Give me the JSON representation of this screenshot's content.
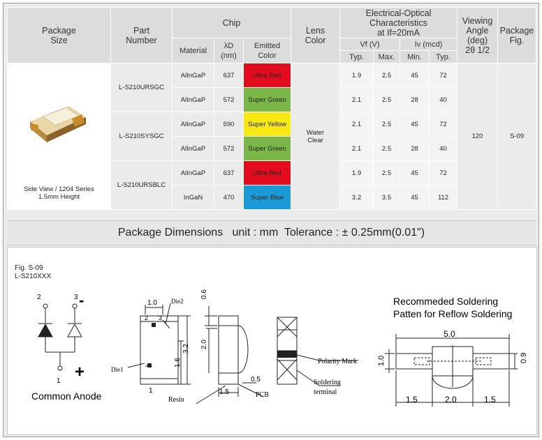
{
  "header": {
    "package_size": [
      "Package",
      "Size"
    ],
    "part_number": [
      "Part",
      "Number"
    ],
    "chip": "Chip",
    "material": "Material",
    "lambda": [
      "λD",
      "(nm)"
    ],
    "emitted": [
      "Emitted",
      "Color"
    ],
    "lens": [
      "Lens",
      "Color"
    ],
    "eo": [
      "Electrical-Optical",
      "Characteristics",
      "at If=20mA"
    ],
    "vf": "Vf (V)",
    "iv": "Iv (mcd)",
    "typ": "Typ.",
    "max": "Max.",
    "min": "Min.",
    "typ2": "Typ.",
    "view": [
      "Viewing",
      "Angle",
      "(deg)",
      "2θ 1/2"
    ],
    "pkgfig": [
      "Package",
      "Fig."
    ]
  },
  "package_caption": [
    "Side View / 1204 Series",
    "1.5mm Height"
  ],
  "parts": [
    "L-S210URSGC",
    "L-S210SYSGC",
    "L-S210URSBLC"
  ],
  "lens_color": [
    "Water",
    "Clear"
  ],
  "viewing_angle": "120",
  "package_fig": "S-09",
  "rows": [
    {
      "material": "AlInGaP",
      "lambda": "637",
      "color": "Ultra Red",
      "swatch": "#e30b1e",
      "vf_typ": "1.9",
      "vf_max": "2.5",
      "iv_min": "45",
      "iv_typ": "72"
    },
    {
      "material": "AlInGaP",
      "lambda": "572",
      "color": "Super Green",
      "swatch": "#7ab648",
      "vf_typ": "2.1",
      "vf_max": "2.5",
      "iv_min": "28",
      "iv_typ": "40"
    },
    {
      "material": "AlInGaP",
      "lambda": "590",
      "color": "Super Yellow",
      "swatch": "#f7e814",
      "vf_typ": "2.1",
      "vf_max": "2.5",
      "iv_min": "45",
      "iv_typ": "72"
    },
    {
      "material": "AlInGaP",
      "lambda": "572",
      "color": "Super Green",
      "swatch": "#7ab648",
      "vf_typ": "2.1",
      "vf_max": "2.5",
      "iv_min": "28",
      "iv_typ": "40"
    },
    {
      "material": "AlInGaP",
      "lambda": "637",
      "color": "Ultra Red",
      "swatch": "#e30b1e",
      "vf_typ": "1.9",
      "vf_max": "2.5",
      "iv_min": "45",
      "iv_typ": "72"
    },
    {
      "material": "InGaN",
      "lambda": "470",
      "color": "Super Blue",
      "swatch": "#1a9ad6",
      "vf_typ": "3.2",
      "vf_max": "3.5",
      "iv_min": "45",
      "iv_typ": "112"
    }
  ],
  "dimensions_band": "Package Dimensions   unit : mm  Tolerance : ± 0.25mm(0.01\")",
  "figure": {
    "fig_id": "Fig. S-09",
    "fig_part": "L-S210XXX",
    "pin2": "2",
    "pin3": "3",
    "pin1": "1",
    "minus": "-",
    "plus": "+",
    "common_anode": "Common  Anode",
    "dims": {
      "d10": "1.0",
      "die2": "Die2",
      "p2": "2",
      "p3": "3",
      "d32": "3.2",
      "d16": "1.6",
      "die1": "Die1",
      "p1": "1",
      "d06": "0.6",
      "d20": "2.0",
      "d15": "1.5",
      "d05": "0.5",
      "resin": "Resin",
      "pcb": "PCB",
      "polarity": "Polarity Mark",
      "soldering": "Soldering",
      "terminal": "terminal"
    },
    "solder": {
      "title": [
        "Recommeded Soldering",
        "Patten for Reflow Soldering"
      ],
      "d50": "5.0",
      "d09": "0.9",
      "d10": "1.0",
      "d15a": "1.5",
      "d20": "2.0",
      "d15b": "1.5"
    }
  },
  "colors": {
    "ultra_red": "#e30b1e",
    "super_green": "#7ab648",
    "super_yellow": "#f7e814",
    "super_blue": "#1a9ad6"
  }
}
